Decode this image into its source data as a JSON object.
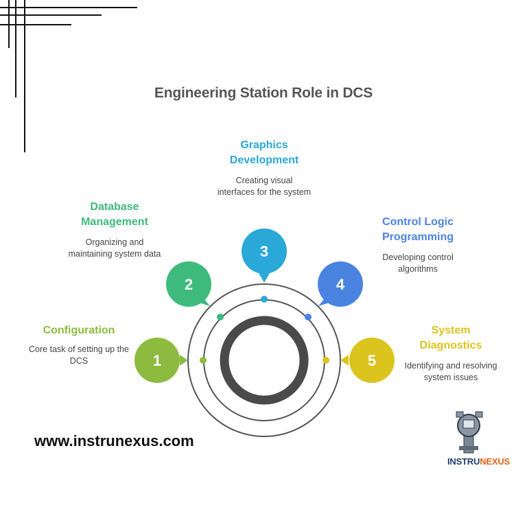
{
  "title": "Engineering Station Role in DCS",
  "steps": [
    {
      "number": "1",
      "title": "Configuration",
      "description": "Core task of setting up the DCS",
      "color": "#8dbb3f"
    },
    {
      "number": "2",
      "title": "Database Management",
      "description": "Organizing and maintaining system data",
      "color": "#3dba7c"
    },
    {
      "number": "3",
      "title": "Graphics Development",
      "description": "Creating visual interfaces for the system",
      "color": "#2aa8d8"
    },
    {
      "number": "4",
      "title": "Control Logic Programming",
      "description": "Developing control algorithms",
      "color": "#4a84e0"
    },
    {
      "number": "5",
      "title": "System Diagnostics",
      "description": "Identifying and resolving system issues",
      "color": "#dcc41e"
    }
  ],
  "website": "www.instrunexus.com",
  "logo": {
    "part1": "INSTRU",
    "part2": "NEXUS"
  }
}
